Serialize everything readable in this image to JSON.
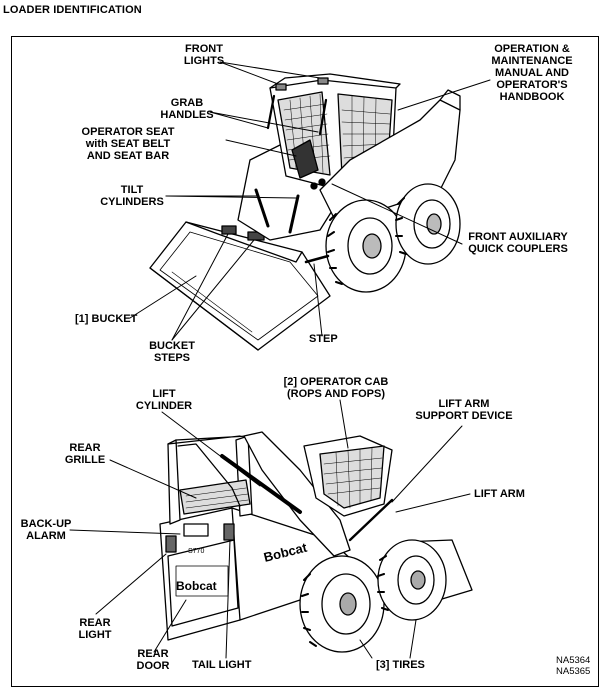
{
  "page": {
    "title": "LOADER IDENTIFICATION"
  },
  "labels": {
    "front_lights": [
      "FRONT",
      "LIGHTS"
    ],
    "operation_manual": [
      "OPERATION &",
      "MAINTENANCE",
      "MANUAL AND",
      "OPERATOR'S",
      "HANDBOOK"
    ],
    "grab_handles": [
      "GRAB",
      "HANDLES"
    ],
    "operator_seat": [
      "OPERATOR SEAT",
      "with SEAT BELT",
      "AND SEAT BAR"
    ],
    "tilt_cylinders": [
      "TILT",
      "CYLINDERS"
    ],
    "front_aux": [
      "FRONT AUXILIARY",
      "QUICK COUPLERS"
    ],
    "bucket": "[1] BUCKET",
    "bucket_steps": [
      "BUCKET",
      "STEPS"
    ],
    "step": "STEP",
    "operator_cab": [
      "[2] OPERATOR CAB",
      "(ROPS AND FOPS)"
    ],
    "lift_cylinder": [
      "LIFT",
      "CYLINDER"
    ],
    "lift_arm_support": [
      "LIFT ARM",
      "SUPPORT DEVICE"
    ],
    "rear_grille": [
      "REAR",
      "GRILLE"
    ],
    "lift_arm": "LIFT ARM",
    "backup_alarm": [
      "BACK-UP",
      "ALARM"
    ],
    "rear_light": [
      "REAR",
      "LIGHT"
    ],
    "rear_door": [
      "REAR",
      "DOOR"
    ],
    "tail_light": "TAIL LIGHT",
    "tires": "[3] TIRES"
  },
  "figure_codes": [
    "NA5364",
    "NA5365"
  ],
  "decals": {
    "brand": "Bobcat",
    "model": "S770"
  }
}
